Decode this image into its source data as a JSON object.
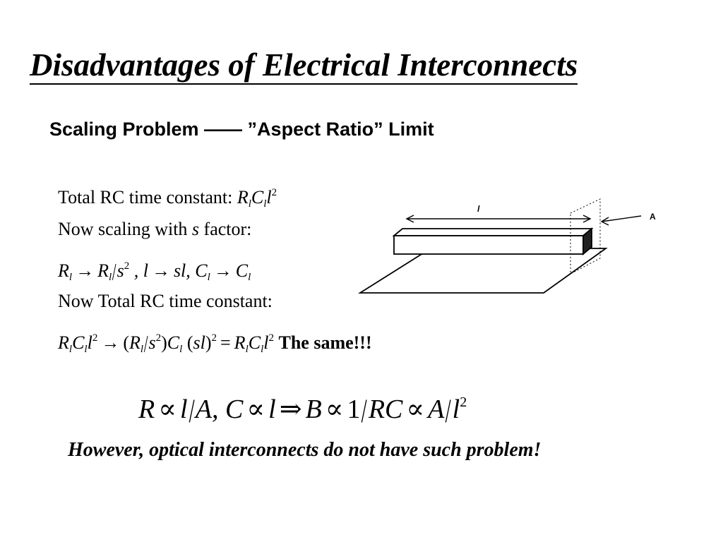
{
  "slide": {
    "title": "Disadvantages of Electrical Interconnects",
    "subtitle": "Scaling Problem —— ”Aspect Ratio” Limit",
    "conclusion": "However, optical interconnects do not have such problem!"
  },
  "content": {
    "line1_text": "Total RC time constant: ",
    "line2_pre": "Now scaling with ",
    "line2_var": "s",
    "line2_post": " factor:",
    "line4_text": "Now Total RC time constant:",
    "same_text": "The same!!!"
  },
  "diagram": {
    "length_label": "l",
    "area_label": "A"
  }
}
